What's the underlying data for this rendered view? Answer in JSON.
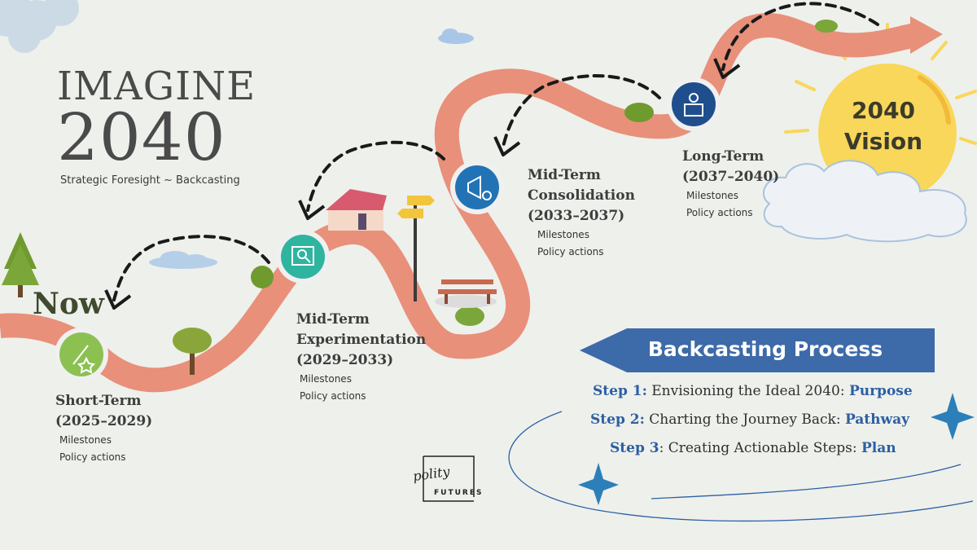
{
  "header": {
    "title": "IMAGINE",
    "year": "2040",
    "subtitle": "Strategic Foresight ~ Backcasting"
  },
  "now_label": "Now",
  "vision": {
    "line1": "2040",
    "line2": "Vision"
  },
  "stages": [
    {
      "title_lines": [
        "Short-Term",
        "(2025–2029)"
      ],
      "items": [
        "Milestones",
        "Policy actions"
      ],
      "icon": "pencil-star-icon",
      "color": "#8cc152"
    },
    {
      "title_lines": [
        "Mid-Term",
        "Experimentation",
        "(2029–2033)"
      ],
      "items": [
        "Milestones",
        "Policy actions"
      ],
      "icon": "book-magnifier-icon",
      "color": "#2fb4a0"
    },
    {
      "title_lines": [
        "Mid-Term",
        "Consolidation",
        "(2033–2037)"
      ],
      "items": [
        "Milestones",
        "Policy actions"
      ],
      "icon": "megaphone-percent-icon",
      "color": "#2273b5"
    },
    {
      "title_lines": [
        "Long-Term",
        "(2037–2040)"
      ],
      "items": [
        "Milestones",
        "Policy actions"
      ],
      "icon": "idea-box-icon",
      "color": "#1f4e8c"
    }
  ],
  "process": {
    "title": "Backcasting Process",
    "steps": [
      {
        "label": "Step 1:",
        "text": " Envisioning the Ideal 2040: ",
        "key": "Purpose"
      },
      {
        "label": "Step 2:",
        "text": " Charting the Journey Back: ",
        "key": "Pathway"
      },
      {
        "label": "Step 3",
        "text": ": Creating Actionable Steps: ",
        "key": "Plan"
      }
    ]
  },
  "logo": {
    "main": "polity",
    "sub": "FUTURES"
  },
  "colors": {
    "road": "#e8907a",
    "arrow": "#3d6aa8",
    "sun": "#f8d75a",
    "accent": "#2c5fa3"
  }
}
